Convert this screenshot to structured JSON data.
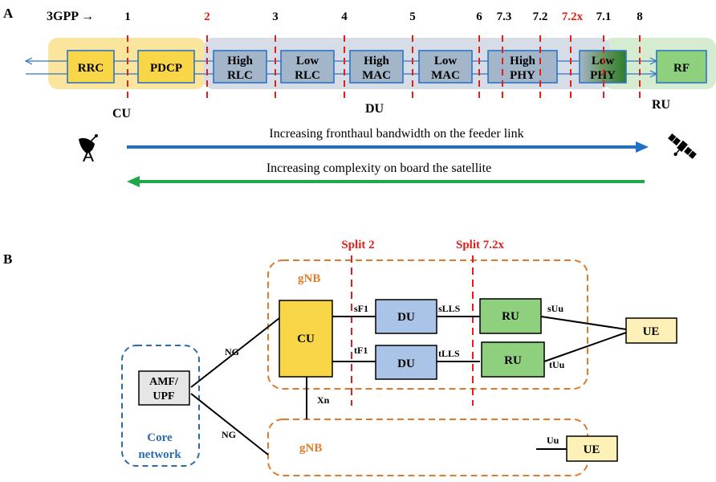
{
  "panel_a": {
    "panel_label": "A",
    "gpp_label": "3GPP →",
    "split_numbers": [
      {
        "text": "1",
        "color": "#000000"
      },
      {
        "text": "2",
        "color": "#e0201b"
      },
      {
        "text": "3",
        "color": "#000000"
      },
      {
        "text": "4",
        "color": "#000000"
      },
      {
        "text": "5",
        "color": "#000000"
      },
      {
        "text": "6",
        "color": "#000000"
      },
      {
        "text": "7.3",
        "color": "#000000"
      },
      {
        "text": "7.2",
        "color": "#000000"
      },
      {
        "text": "7.2x",
        "color": "#e0201b"
      },
      {
        "text": "7.1",
        "color": "#000000"
      },
      {
        "text": "8",
        "color": "#000000"
      }
    ],
    "blocks": [
      {
        "id": "rrc",
        "line1": "RRC",
        "line2": "",
        "fill": "#f9d548"
      },
      {
        "id": "pdcp",
        "line1": "PDCP",
        "line2": "",
        "fill": "#f9d548"
      },
      {
        "id": "high-rlc",
        "line1": "High",
        "line2": "RLC",
        "fill": "#a3b5c9"
      },
      {
        "id": "low-rlc",
        "line1": "Low",
        "line2": "RLC",
        "fill": "#a3b5c9"
      },
      {
        "id": "high-mac",
        "line1": "High",
        "line2": "MAC",
        "fill": "#a3b5c9"
      },
      {
        "id": "low-mac",
        "line1": "Low",
        "line2": "MAC",
        "fill": "#a3b5c9"
      },
      {
        "id": "high-phy",
        "line1": "High",
        "line2": "PHY",
        "fill": "#a3b5c9"
      },
      {
        "id": "low-phy",
        "line1": "Low",
        "line2": "PHY",
        "fill": "gradient"
      },
      {
        "id": "rf",
        "line1": "RF",
        "line2": "",
        "fill": "#8fd07e"
      }
    ],
    "group_labels": {
      "cu": "CU",
      "du": "DU",
      "ru": "RU"
    },
    "arrow_blue_text": "Increasing fronthaul bandwidth on the feeder link",
    "arrow_green_text": "Increasing complexity on board the satellite",
    "colors": {
      "cu_region": "#fbe49c",
      "du_region": "#d6dde6",
      "ru_region": "#d5ecd0",
      "split_line": "#e0201b",
      "link_blue": "#2f74c4",
      "arrow_blue": "#1f6fc6",
      "arrow_green": "#1fa84a"
    }
  },
  "panel_b": {
    "panel_label": "B",
    "split2_label": "Split 2",
    "split72x_label": "Split 7.2x",
    "gnb_top_label": "gNB",
    "gnb_bottom_label": "gNB",
    "core_label_line1": "Core",
    "core_label_line2": "network",
    "amf_line1": "AMF/",
    "amf_line2": "UPF",
    "cu_label": "CU",
    "du_top_label": "DU",
    "du_bottom_label": "DU",
    "ru_top_label": "RU",
    "ru_bottom_label": "RU",
    "ue_top_label": "UE",
    "ue_bottom_label": "UE",
    "iface_ng_top": "NG",
    "iface_ng_bottom": "NG",
    "iface_xn": "Xn",
    "iface_sf1": "sF1",
    "iface_tf1": "tF1",
    "iface_slls": "sLLS",
    "iface_tlls": "tLLS",
    "iface_suu": "sUu",
    "iface_tuu": "tUu",
    "iface_uu": "Uu",
    "colors": {
      "gnb_border": "#e07a2a",
      "gnb_text": "#e07a2a",
      "core_border": "#2d6bb0",
      "core_text": "#2d6bb0",
      "split_text": "#e0201b",
      "cu_fill": "#f9d548",
      "du_fill": "#a9c4e6",
      "ru_fill": "#8fd07e",
      "ue_fill": "#fdf1b8",
      "amf_fill": "#e6e6e6"
    }
  }
}
